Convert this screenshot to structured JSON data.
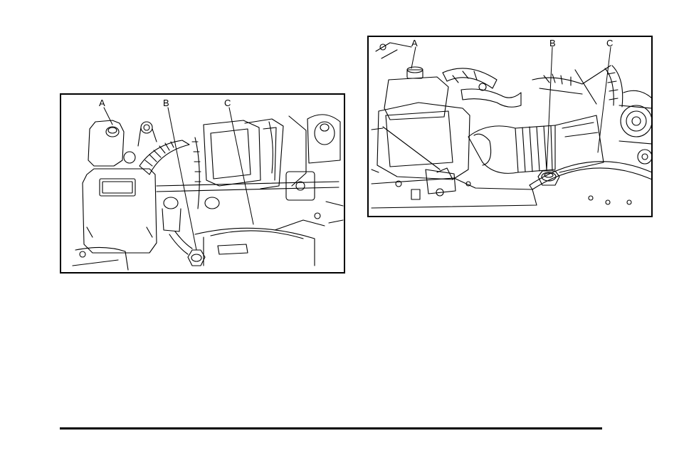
{
  "figures": [
    {
      "callouts": {
        "a": "A",
        "b": "B",
        "c": "C"
      }
    },
    {
      "callouts": {
        "a": "A",
        "b": "B",
        "c": "C"
      }
    }
  ],
  "colors": {
    "line": "#000000",
    "background": "#ffffff"
  },
  "icons": {
    "left_figure": "engine-compartment-illustration",
    "right_figure": "engine-compartment-illustration"
  }
}
